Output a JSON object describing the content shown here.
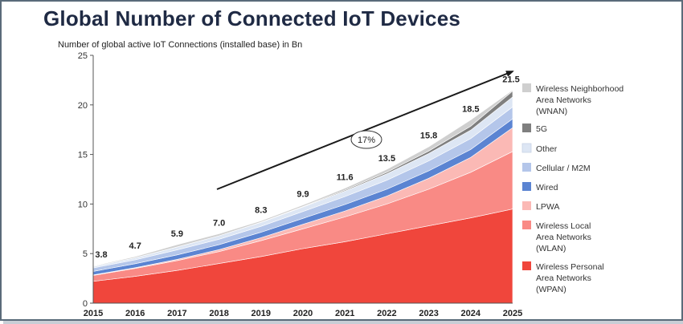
{
  "title": "Global Number of Connected IoT Devices",
  "chart_data": {
    "type": "area",
    "stacked": true,
    "ylabel": "Number of global active IoT Connections (installed base) in Bn",
    "ylim": [
      0,
      25
    ],
    "yticks": [
      0,
      5,
      10,
      15,
      20,
      25
    ],
    "x": [
      "2015",
      "2016",
      "2017",
      "2018",
      "2019",
      "2020",
      "2021",
      "2022",
      "2023",
      "2024",
      "2025"
    ],
    "totals": [
      3.8,
      4.7,
      5.9,
      7.0,
      8.3,
      9.9,
      11.6,
      13.5,
      15.8,
      18.5,
      21.5
    ],
    "total_labels": [
      "3.8",
      "4.7",
      "5.9",
      "7.0",
      "8.3",
      "9.9",
      "11.6",
      "13.5",
      "15.8",
      "18.5",
      "21.5"
    ],
    "series": [
      {
        "name": "Wireless Personal Area Networks (WPAN)",
        "legend_lines": [
          "Wireless Personal",
          "Area Networks",
          "(WPAN)"
        ],
        "color": "#f0463c",
        "values": [
          2.2,
          2.7,
          3.3,
          4.0,
          4.7,
          5.5,
          6.2,
          7.0,
          7.8,
          8.6,
          9.5
        ]
      },
      {
        "name": "Wireless Local Area Networks (WLAN)",
        "legend_lines": [
          "Wireless Local",
          "Area Networks",
          "(WLAN)"
        ],
        "color": "#f98a85",
        "values": [
          0.6,
          0.8,
          1.0,
          1.2,
          1.6,
          2.0,
          2.5,
          3.0,
          3.7,
          4.6,
          5.8
        ]
      },
      {
        "name": "LPWA",
        "legend_lines": [
          "LPWA"
        ],
        "color": "#fbb9b5",
        "values": [
          0.05,
          0.08,
          0.12,
          0.2,
          0.3,
          0.45,
          0.6,
          0.8,
          1.1,
          1.5,
          2.4
        ]
      },
      {
        "name": "Wired",
        "legend_lines": [
          "Wired"
        ],
        "color": "#5b84d2",
        "values": [
          0.35,
          0.4,
          0.45,
          0.5,
          0.55,
          0.6,
          0.65,
          0.7,
          0.75,
          0.8,
          0.9
        ]
      },
      {
        "name": "Cellular / M2M",
        "legend_lines": [
          "Cellular / M2M"
        ],
        "color": "#b4c6ea",
        "values": [
          0.35,
          0.4,
          0.5,
          0.55,
          0.6,
          0.7,
          0.8,
          0.9,
          1.0,
          1.1,
          1.2
        ]
      },
      {
        "name": "Other",
        "legend_lines": [
          "Other"
        ],
        "color": "#dde6f4",
        "values": [
          0.15,
          0.2,
          0.3,
          0.35,
          0.4,
          0.45,
          0.55,
          0.65,
          0.75,
          0.85,
          1.0
        ]
      },
      {
        "name": "5G",
        "legend_lines": [
          "5G"
        ],
        "color": "#7f7f7f",
        "values": [
          0.0,
          0.0,
          0.0,
          0.0,
          0.02,
          0.05,
          0.1,
          0.15,
          0.25,
          0.4,
          0.6
        ]
      },
      {
        "name": "Wireless Neighborhood Area Networks (WNAN)",
        "legend_lines": [
          "Wireless Neighborhood",
          "Area Networks",
          "(WNAN)"
        ],
        "color": "#cfcfcf",
        "values": [
          0.05,
          0.12,
          0.23,
          0.2,
          0.13,
          0.15,
          0.2,
          0.3,
          0.43,
          0.64,
          0.1
        ]
      }
    ],
    "annotations": [
      {
        "type": "trend-arrow",
        "label": "17%"
      }
    ],
    "grid": false,
    "legend_position": "right"
  }
}
